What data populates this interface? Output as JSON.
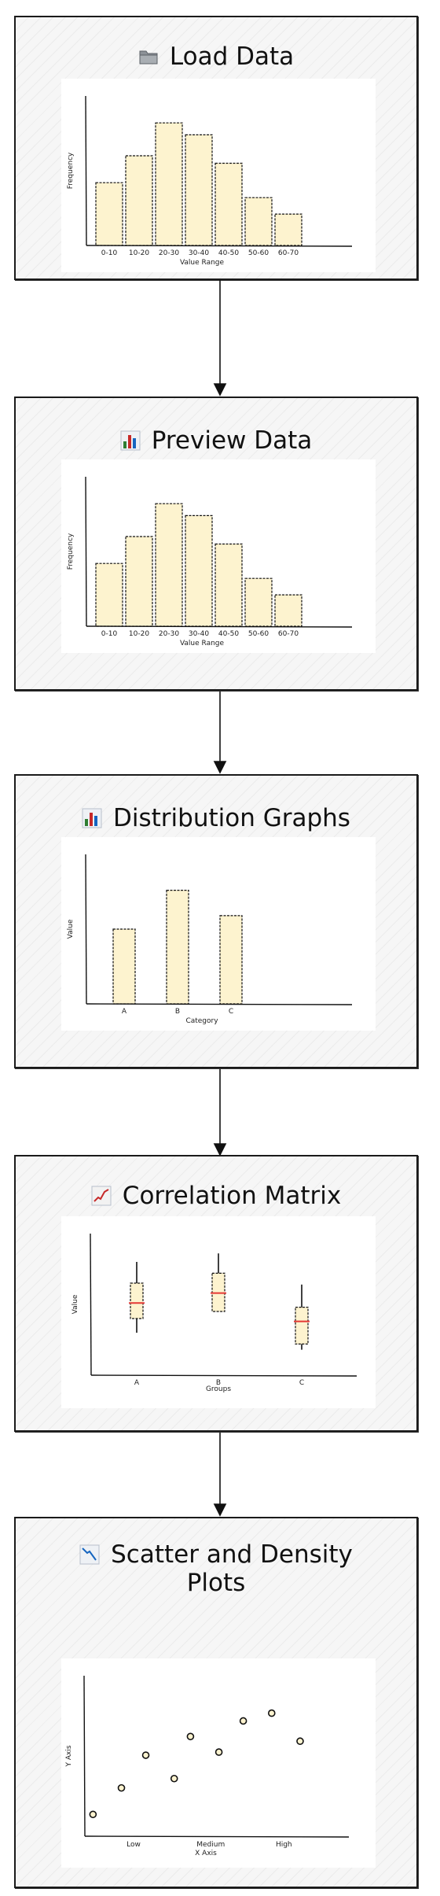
{
  "stages": [
    {
      "title": "Load Data",
      "icon": "folder-icon"
    },
    {
      "title": "Preview Data",
      "icon": "bar-chart-icon"
    },
    {
      "title": "Distribution Graphs",
      "icon": "bar-chart-icon"
    },
    {
      "title": "Correlation Matrix",
      "icon": "line-chart-icon"
    },
    {
      "title_line1": "Scatter and Density",
      "title_line2": "Plots",
      "icon": "trend-down-icon"
    }
  ],
  "chart_data": [
    {
      "type": "bar",
      "categories": [
        "0-10",
        "10-20",
        "20-30",
        "30-40",
        "40-50",
        "50-60",
        "60-70"
      ],
      "values": [
        42,
        60,
        82,
        74,
        55,
        32,
        21
      ],
      "xlabel": "Value Range",
      "ylabel": "Frequency",
      "ylim": [
        0,
        100
      ]
    },
    {
      "type": "bar",
      "categories": [
        "0-10",
        "10-20",
        "20-30",
        "30-40",
        "40-50",
        "50-60",
        "60-70"
      ],
      "values": [
        42,
        60,
        82,
        74,
        55,
        32,
        21
      ],
      "xlabel": "Value Range",
      "ylabel": "Frequency",
      "ylim": [
        0,
        100
      ]
    },
    {
      "type": "bar",
      "categories": [
        "A",
        "B",
        "C"
      ],
      "values": [
        50,
        76,
        59
      ],
      "xlabel": "Category",
      "ylabel": "Value",
      "ylim": [
        0,
        100
      ]
    },
    {
      "type": "boxplot",
      "categories": [
        "A",
        "B",
        "C"
      ],
      "boxes": [
        {
          "whisker_low": 30,
          "q1": 40,
          "median": 51,
          "q3": 65,
          "whisker_high": 80
        },
        {
          "whisker_low": 45,
          "q1": 45,
          "median": 58,
          "q3": 72,
          "whisker_high": 86
        },
        {
          "whisker_low": 18,
          "q1": 22,
          "median": 38,
          "q3": 48,
          "whisker_high": 64
        }
      ],
      "xlabel": "Groups",
      "ylabel": "Value",
      "ylim": [
        0,
        100
      ]
    },
    {
      "type": "scatter",
      "x": [
        0.2,
        0.9,
        1.5,
        2.2,
        2.6,
        3.3,
        3.9,
        4.6,
        5.3
      ],
      "y": [
        14,
        31,
        52,
        37,
        64,
        54,
        74,
        79,
        61
      ],
      "xticks": [
        "Low",
        "Medium",
        "High"
      ],
      "xtick_positions": [
        1.2,
        3.1,
        4.9
      ],
      "xlabel": "X Axis",
      "ylabel": "Y Axis",
      "xlim": [
        0,
        6.5
      ],
      "ylim": [
        0,
        100
      ]
    }
  ]
}
